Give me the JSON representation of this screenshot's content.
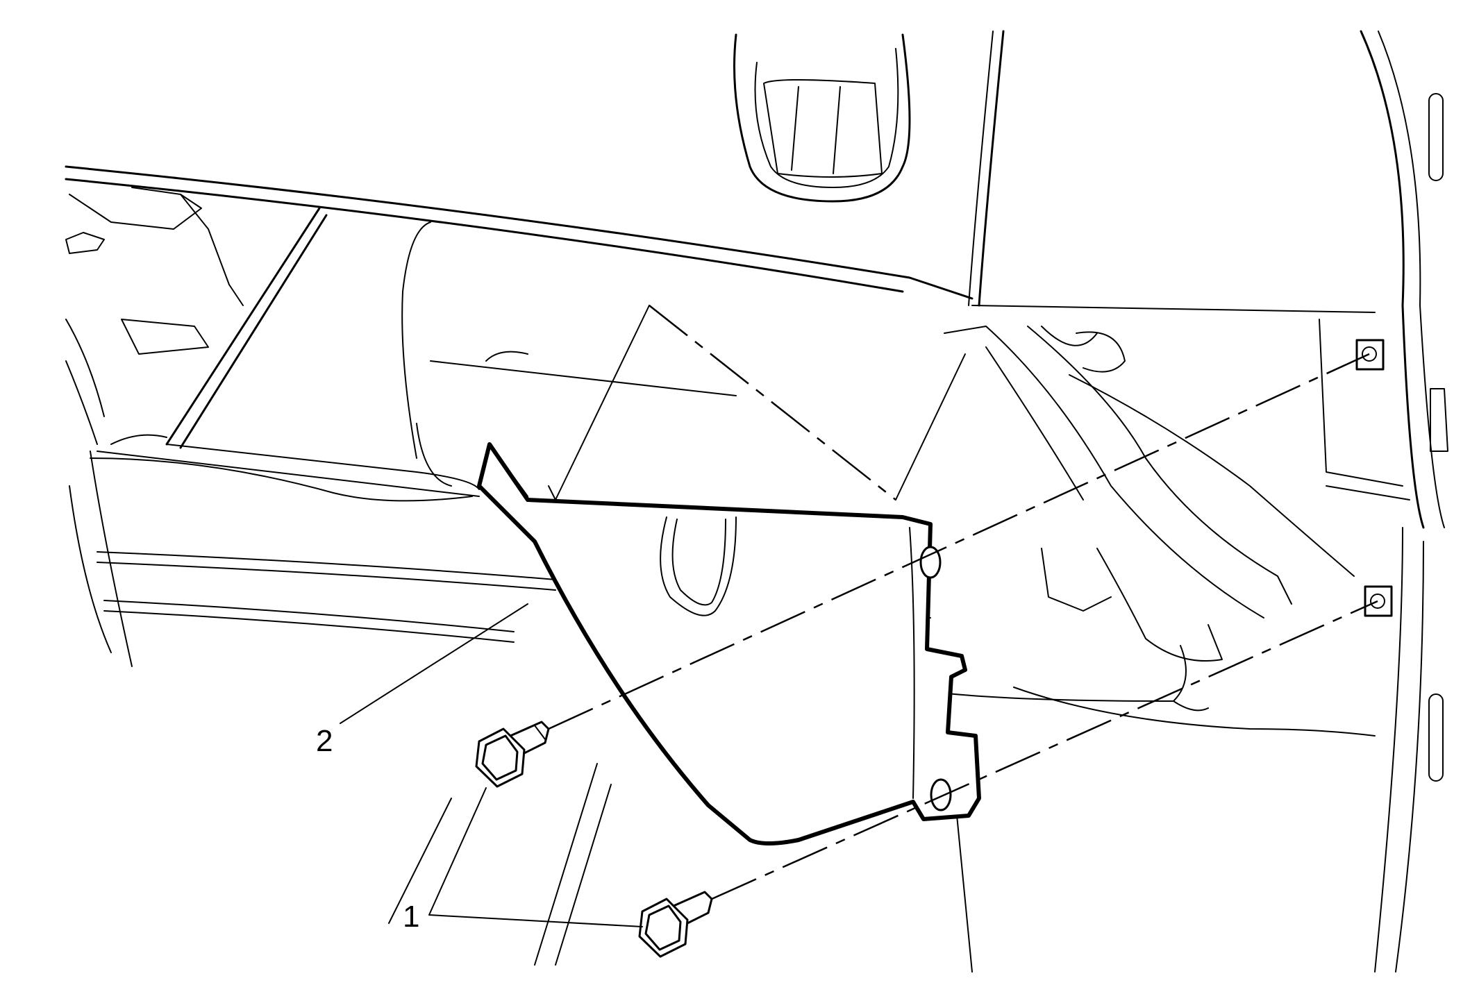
{
  "diagram": {
    "callouts": [
      {
        "id": "1",
        "label": "1",
        "part": "fastener"
      },
      {
        "id": "2",
        "label": "2",
        "part": "panel"
      }
    ]
  }
}
